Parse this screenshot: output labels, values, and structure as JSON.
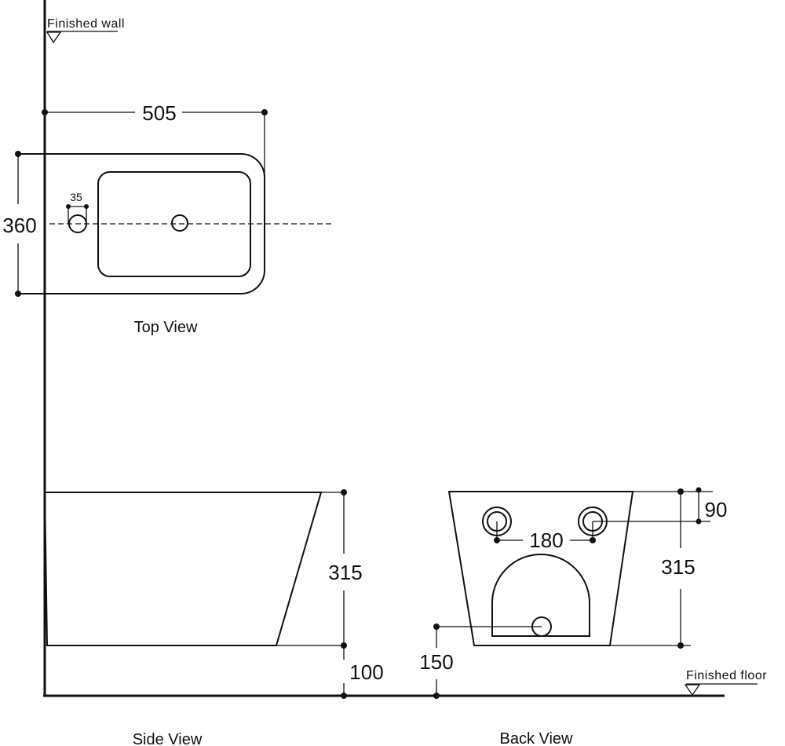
{
  "labels": {
    "finished_wall": "Finished wall",
    "finished_floor": "Finished floor",
    "top_view": "Top View",
    "side_view": "Side View",
    "back_view": "Back View"
  },
  "dimensions": {
    "top_length": "505",
    "top_width": "360",
    "tap_hole": "35",
    "side_height": "315",
    "side_floor_gap": "100",
    "back_height": "315",
    "back_inlet_offset": "90",
    "back_inlet_spacing": "180",
    "back_outlet_height": "150"
  },
  "colors": {
    "line": "#111111",
    "background": "#ffffff"
  }
}
